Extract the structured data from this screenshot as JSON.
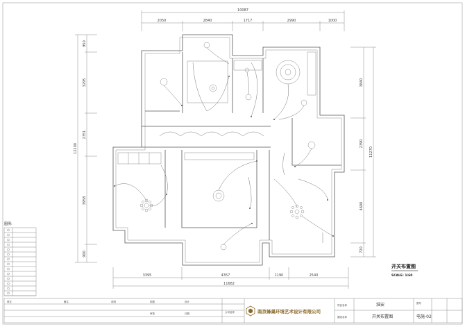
{
  "dimensions": {
    "total_top": "10087",
    "top": [
      "2050",
      "2840",
      "1717",
      "2990",
      "1000"
    ],
    "left": [
      "950",
      "3295",
      "2351",
      "3958",
      "900"
    ],
    "left_total": "12200",
    "right": [
      "3840",
      "2390",
      "4600",
      "720"
    ],
    "right_total": "11270",
    "bottom": [
      "3395",
      "4357",
      "1190",
      "2540"
    ],
    "bottom_total": "11682"
  },
  "drawing": {
    "title": "开关布置图",
    "scale": "SCALE: 1/60"
  },
  "legend": {
    "title": "图例:",
    "items": [
      "",
      "",
      "",
      "",
      "",
      "",
      "",
      "",
      "",
      "",
      "",
      "",
      "",
      ""
    ]
  },
  "title_block": {
    "company": "南京蜂巢环境艺术设计有限公司",
    "project_label": "项目名称",
    "project_value": "淮安",
    "drawing_label": "图纸名称",
    "drawing_value": "开关布置图",
    "number_label": "图号",
    "number_value": "电施-02",
    "cells": [
      "修正",
      "",
      "",
      "备注",
      "说明",
      "",
      "校图",
      "",
      "设计",
      "",
      "审核",
      "",
      "日期",
      "",
      "公司名称",
      "",
      "",
      ""
    ]
  },
  "colors": {
    "line": "#555555",
    "accent": "#8a6a2a"
  }
}
